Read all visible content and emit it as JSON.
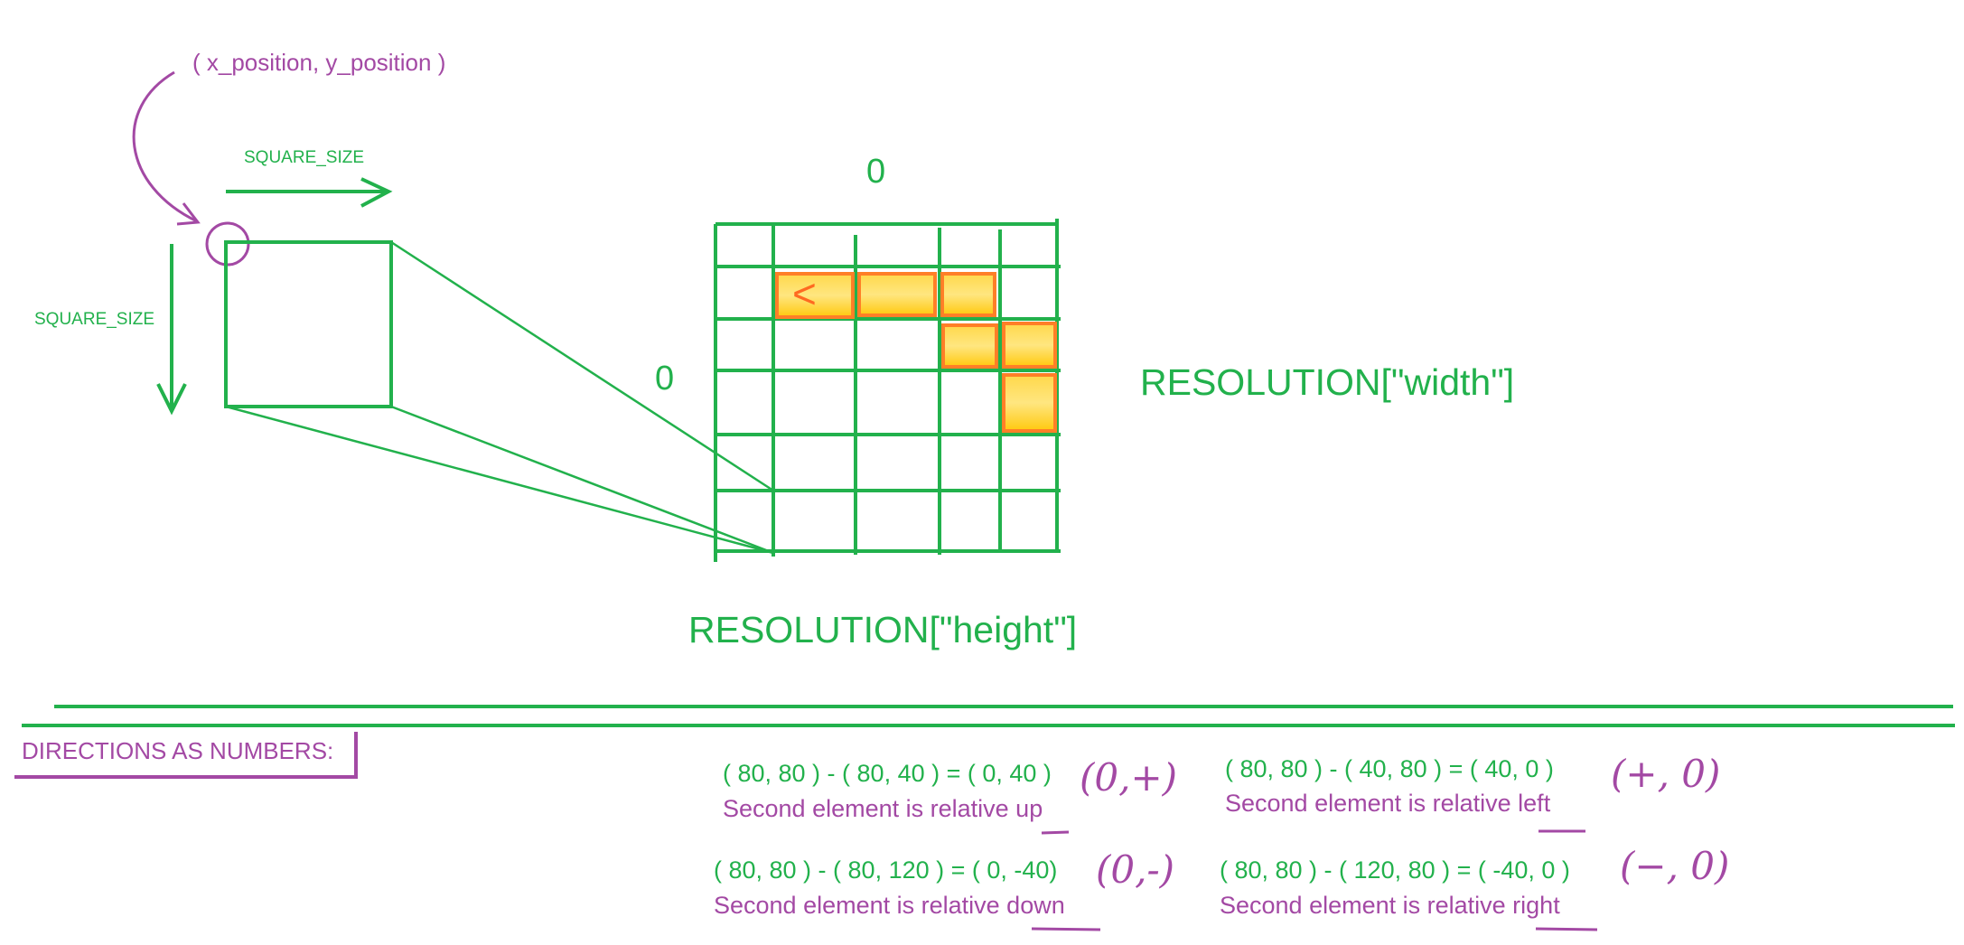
{
  "colors": {
    "green": "#22b14c",
    "purple": "#a349a4",
    "snake_fill": "#ffc90e",
    "snake_border": "#ff7f27"
  },
  "labels": {
    "position": "( x_position, y_position )",
    "square_size_horizontal": "SQUARE_SIZE",
    "square_size_vertical": "SQUARE_SIZE",
    "grid_origin_x": "0",
    "grid_origin_y": "0",
    "resolution_width": "RESOLUTION[\"width\"]",
    "resolution_height": "RESOLUTION[\"height\"]",
    "snake_head": "<"
  },
  "directions": {
    "title": "DIRECTIONS AS NUMBERS:",
    "items": [
      {
        "equation": "( 80, 80 ) - ( 80, 40 ) = ( 0, 40 )",
        "caption_prefix": "Second element is relative ",
        "direction": "up",
        "sign": "(0,+)"
      },
      {
        "equation": "( 80, 80 ) - ( 40, 80 ) = ( 40, 0 )",
        "caption_prefix": "Second element is relative ",
        "direction": "left",
        "sign": "(+, 0)"
      },
      {
        "equation": "( 80, 80 ) - ( 80, 120 ) = ( 0, -40)",
        "caption_prefix": "Second element is relative ",
        "direction": "down",
        "sign": "(0,-)"
      },
      {
        "equation": "( 80, 80 ) - ( 120, 80 ) = ( -40, 0 )",
        "caption_prefix": "Second element is relative ",
        "direction": "right",
        "sign": "(−, 0)"
      }
    ]
  }
}
